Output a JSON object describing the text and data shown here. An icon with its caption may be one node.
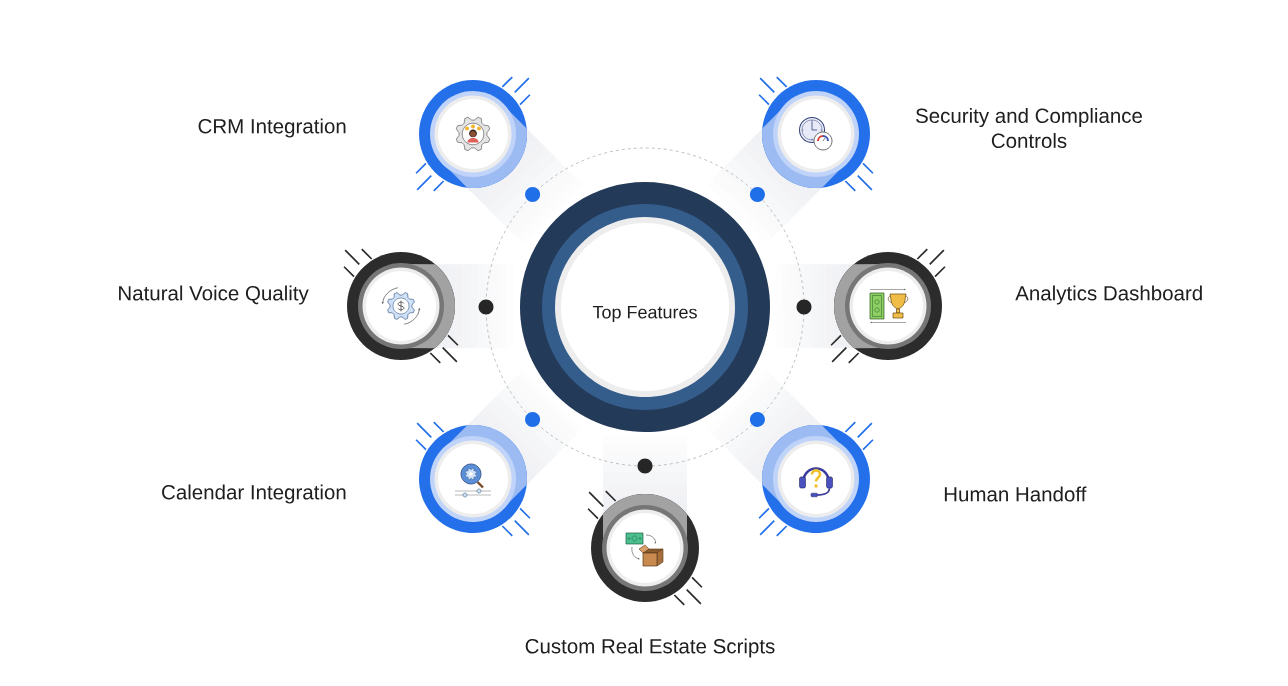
{
  "diagram": {
    "nodes": [
      {
        "text": [
          "Top Features"
        ]
      },
      {
        "text": [
          "CRM Integration"
        ]
      },
      {
        "text": [
          "Security and Compliance Controls"
        ]
      },
      {
        "text": [
          "Natural Voice Quality"
        ]
      },
      {
        "text": [
          "Analytics Dashboard"
        ]
      },
      {
        "text": [
          "Calendar Integration"
        ]
      },
      {
        "text": [
          "Human Handoff"
        ]
      },
      {
        "text": [
          "Custom Real Estate Scripts"
        ]
      }
    ]
  }
}
